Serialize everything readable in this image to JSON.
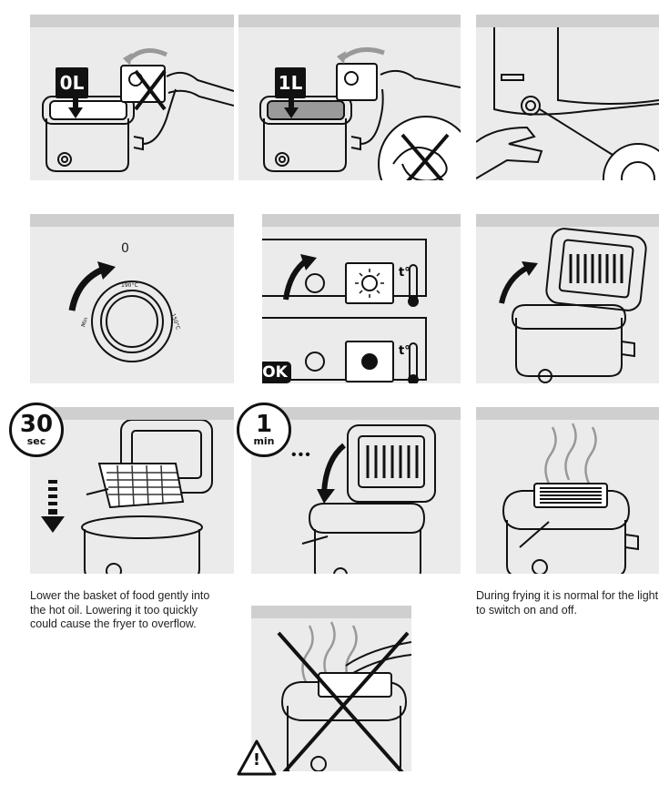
{
  "steps": {
    "fill_min": {
      "label": "0L"
    },
    "fill_max": {
      "label": "1L"
    },
    "thermostat": {
      "mark_top": "0",
      "mark_right": "190°C",
      "mark_left": "Min",
      "mark_side": "150°C"
    },
    "preheat": {
      "temp_symbol": "t°",
      "ok_label": "OK"
    },
    "lower_basket": {
      "time_value": "30",
      "time_unit": "sec",
      "caption": "Lower the basket of food gently into the hot oil. Lowering it too quickly could cause the fryer to overflow."
    },
    "close_lid": {
      "time_value": "1",
      "time_unit": "min",
      "ellipsis": "•••"
    },
    "frying": {
      "caption": "During frying it is normal for the light to switch on and off."
    },
    "warning": {
      "symbol": "!"
    }
  }
}
